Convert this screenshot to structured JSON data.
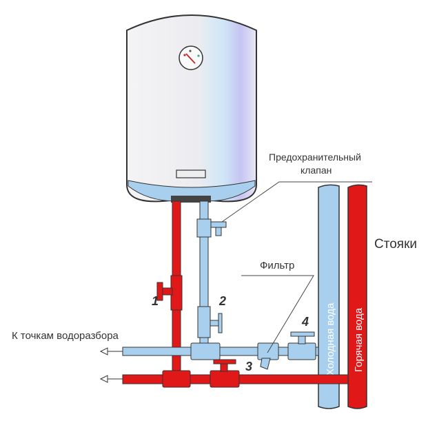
{
  "labels": {
    "safety_valve_line1": "Предохранительный",
    "safety_valve_line2": "клапан",
    "filter": "Фильтр",
    "risers": "Стояки",
    "to_outlets": "К точкам водоразбора",
    "cold_water": "Холодная вода",
    "hot_water": "Горячая вода"
  },
  "valve_numbers": [
    "1",
    "2",
    "3",
    "4"
  ],
  "colors": {
    "hot": "#e01818",
    "cold": "#a8d0ee",
    "outline": "#333333",
    "tank": "#f2f2f4",
    "tank_shade": "#c8c8f0"
  }
}
